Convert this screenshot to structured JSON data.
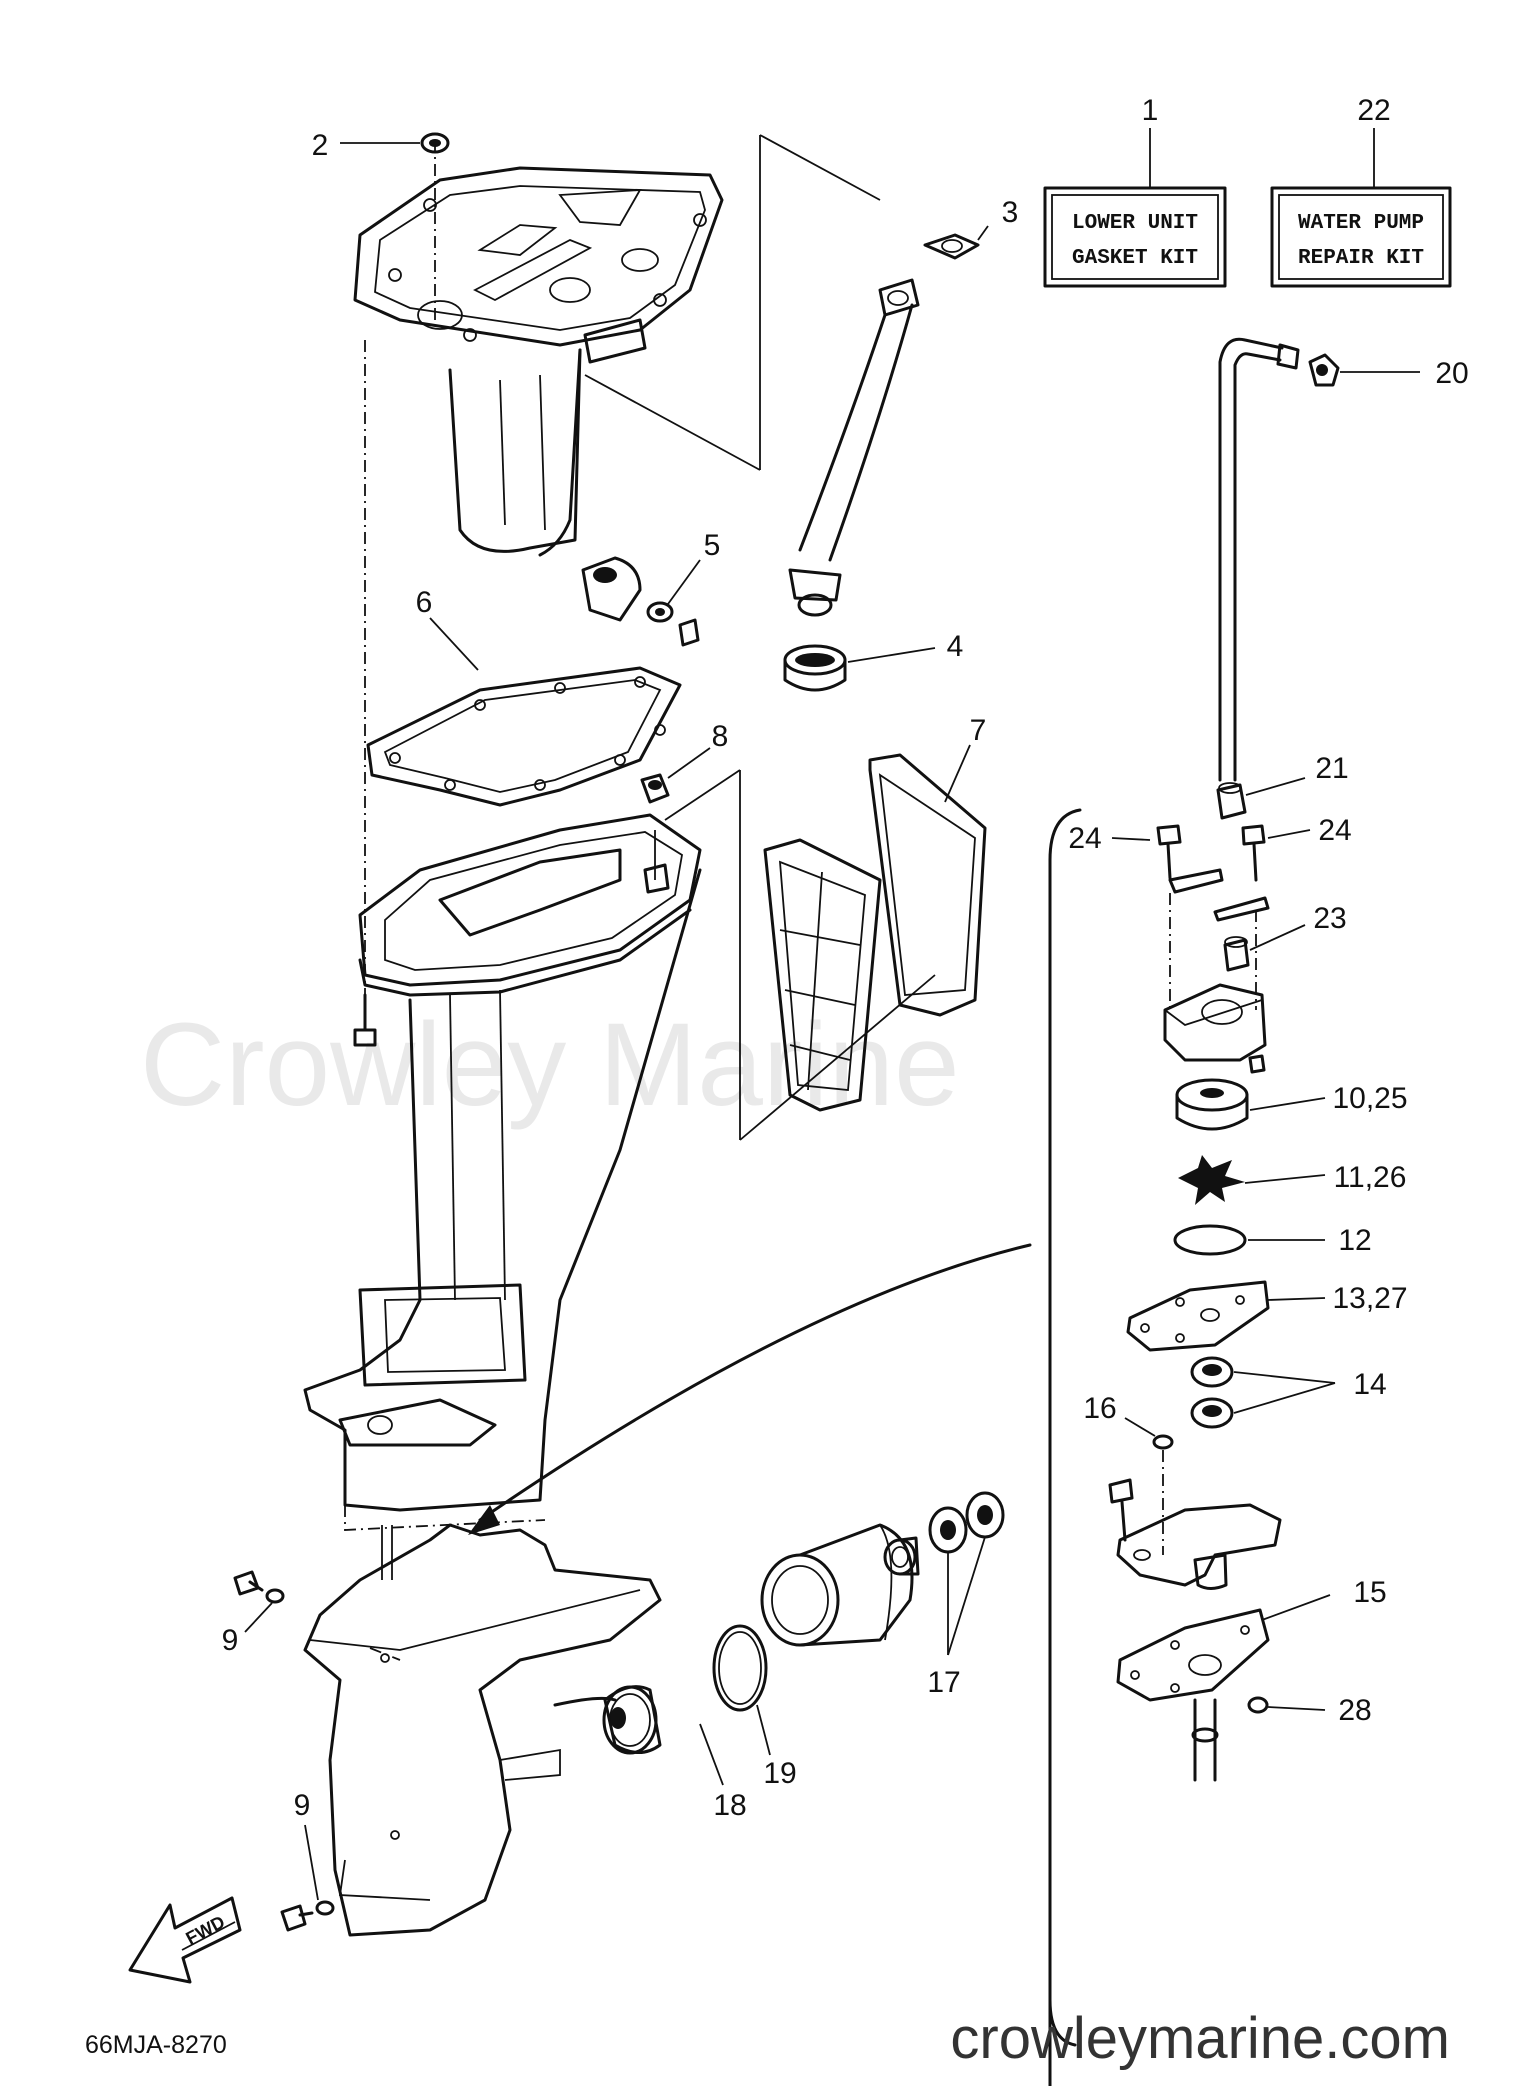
{
  "watermark": "Crowley Marine",
  "website": "crowleymarine.com",
  "diagram_code": "66MJA-8270",
  "fwd_label": "FWD",
  "kits": [
    {
      "ref": "1",
      "lines": [
        "LOWER UNIT",
        "GASKET KIT"
      ]
    },
    {
      "ref": "22",
      "lines": [
        "WATER PUMP",
        "REPAIR KIT"
      ]
    }
  ],
  "callouts": {
    "c2": "2",
    "c3": "3",
    "c4": "4",
    "c5": "5",
    "c6": "6",
    "c7": "7",
    "c8": "8",
    "c9a": "9",
    "c9b": "9",
    "c10": "10,25",
    "c11": "11,26",
    "c12": "12",
    "c13": "13,27",
    "c14": "14",
    "c15": "15",
    "c16": "16",
    "c17": "17",
    "c18": "18",
    "c19": "19",
    "c20": "20",
    "c21": "21",
    "c23": "23",
    "c24a": "24",
    "c24b": "24",
    "c28": "28"
  }
}
